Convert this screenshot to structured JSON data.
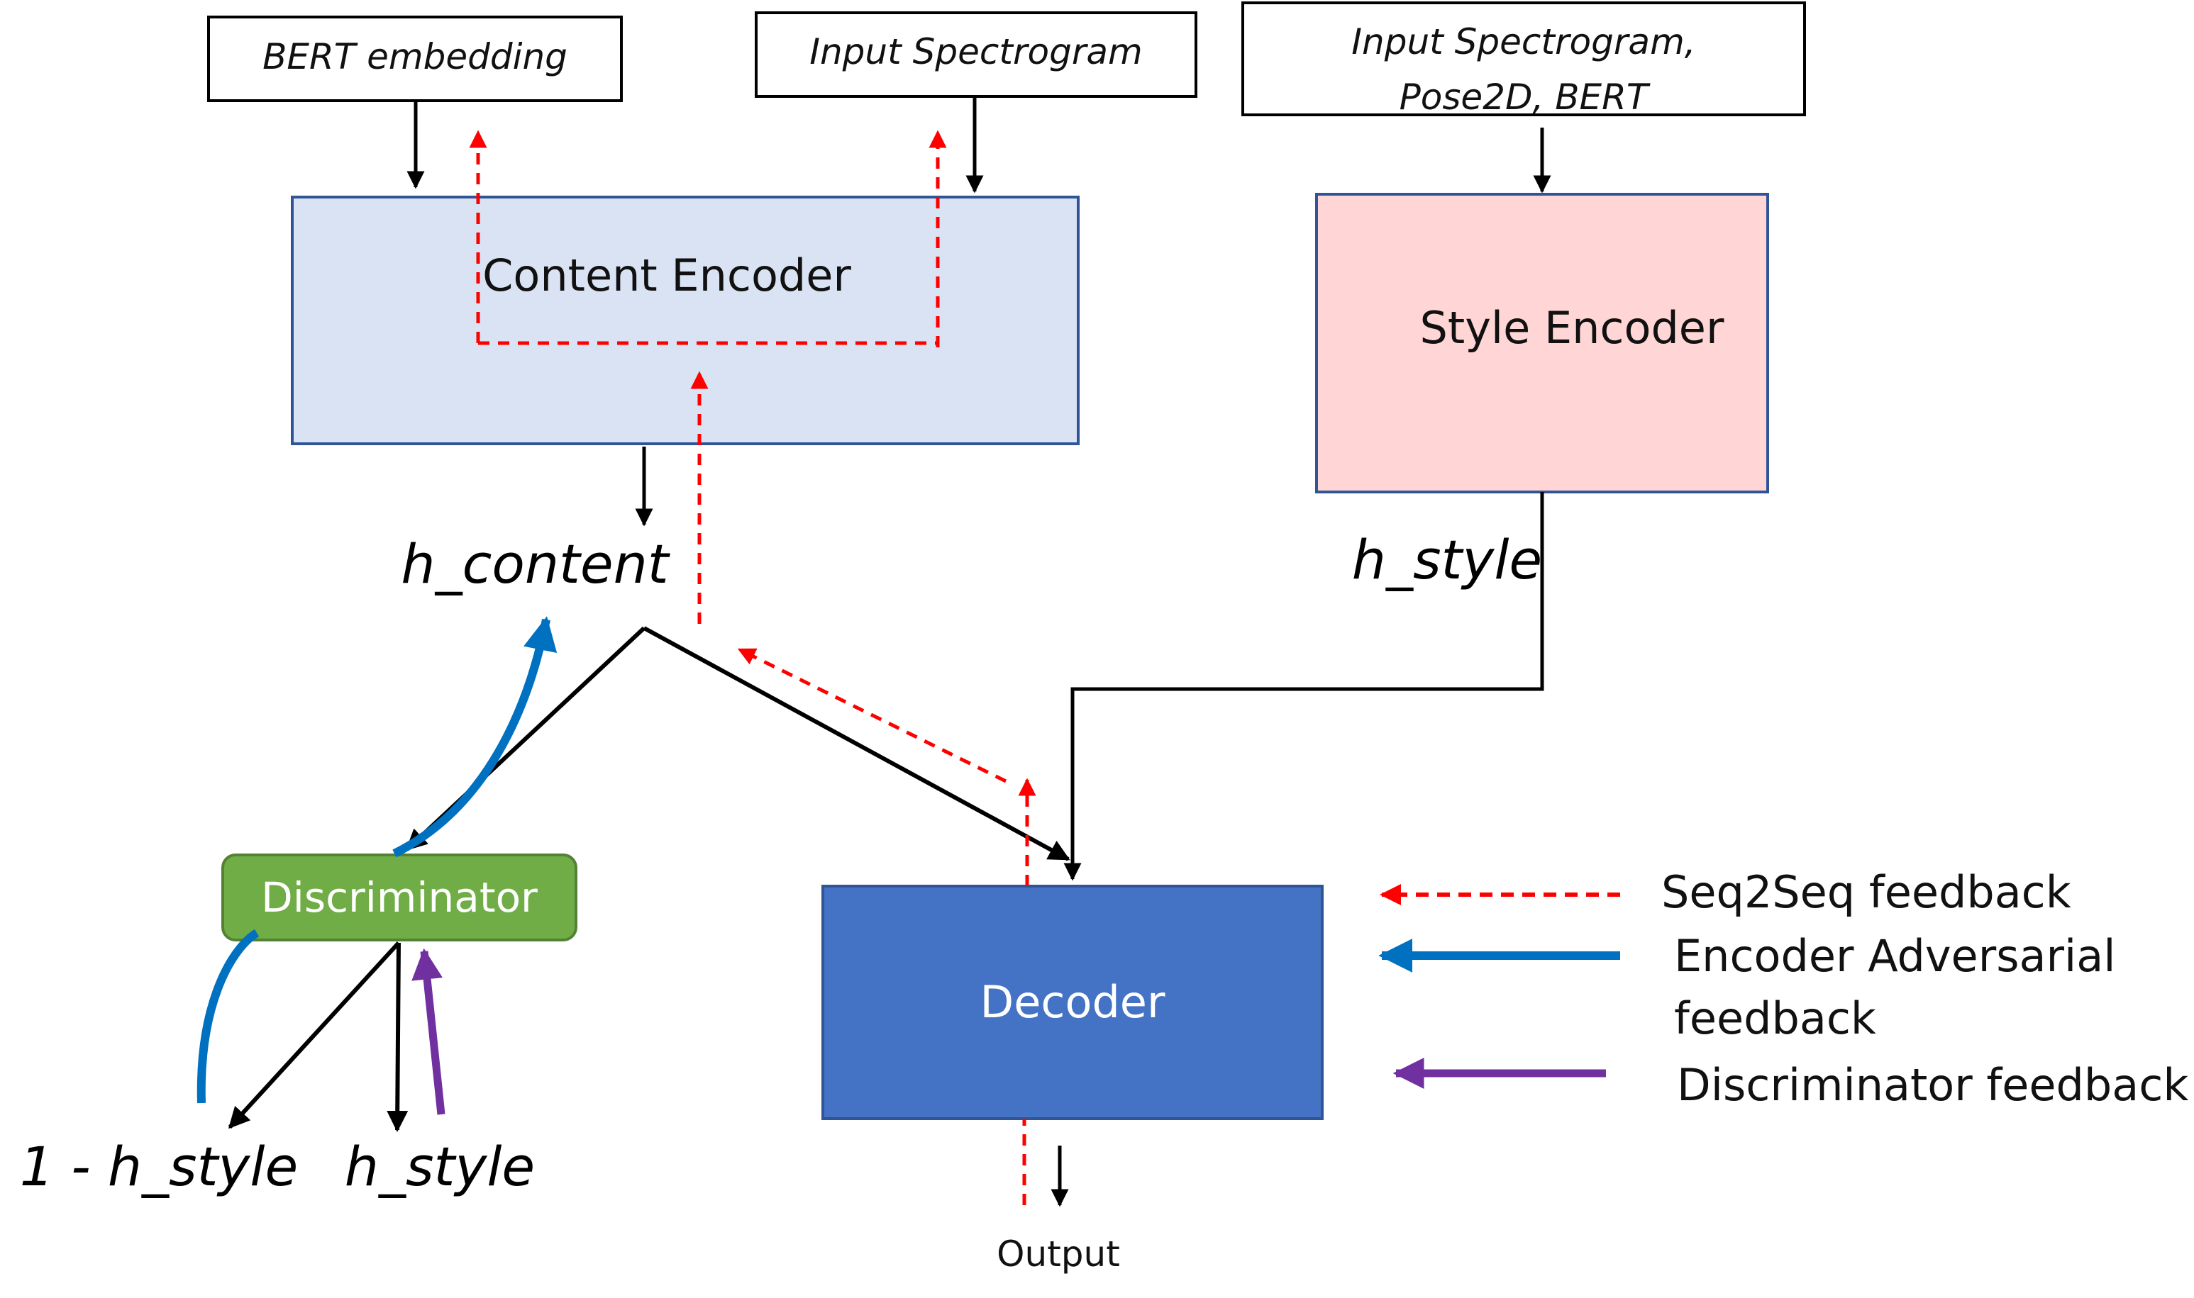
{
  "inputs": {
    "bert": "BERT embedding",
    "spectrogram": "Input Spectrogram",
    "style_line1": "Input Spectrogram,",
    "style_line2": "Pose2D, BERT"
  },
  "blocks": {
    "content_encoder": "Content Encoder",
    "style_encoder": "Style Encoder",
    "discriminator": "Discriminator",
    "decoder": "Decoder"
  },
  "variables": {
    "h_content": "h_content",
    "h_style_right": "h_style",
    "one_minus_h_style": "1 - h_style",
    "h_style_bottom": "h_style"
  },
  "output": "Output",
  "legend": {
    "seq2seq": "Seq2Seq feedback",
    "encoder_adv_line1": "Encoder Adversarial",
    "encoder_adv_line2": "feedback",
    "discriminator_fb": "Discriminator feedback"
  },
  "colors": {
    "content_encoder_fill": "#dae3f3",
    "style_encoder_fill": "#ffd5d5",
    "discriminator_fill": "#70ad47",
    "decoder_fill": "#4472c4",
    "seq2seq_arrow": "#ff0000",
    "encoder_adv_arrow": "#0070c0",
    "discriminator_arrow": "#7030a0"
  }
}
